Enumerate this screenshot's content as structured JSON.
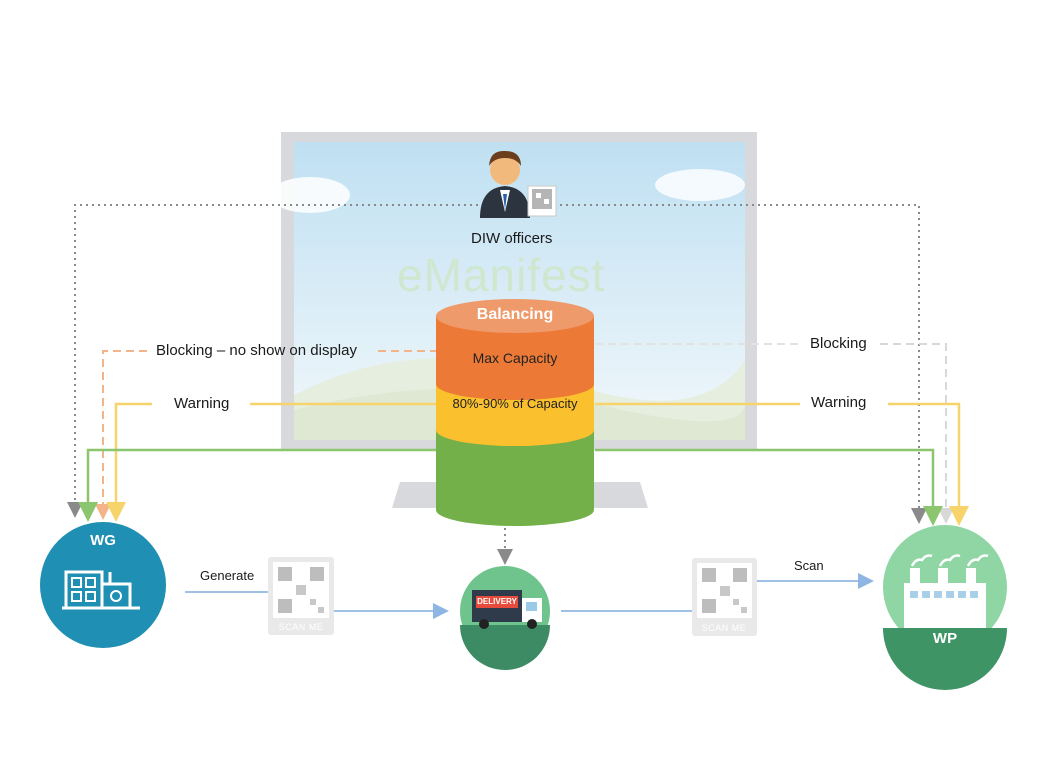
{
  "title_watermark": "eManifest",
  "officer": {
    "label": "DIW officers",
    "icon": "officer-icon"
  },
  "database": {
    "layers": [
      {
        "label": "Balancing",
        "color": "#ef9a6a"
      },
      {
        "label": "Max Capacity",
        "color": "#ec7a36"
      },
      {
        "label": "80%-90% of Capacity",
        "color": "#fbc02d"
      },
      {
        "label": "",
        "color": "#73b04a"
      },
      {
        "label": "",
        "color": "#73b04a"
      }
    ]
  },
  "left": {
    "blocking": "Blocking – no show on display",
    "warning": "Warning"
  },
  "right": {
    "blocking": "Blocking",
    "warning": "Warning"
  },
  "nodes": {
    "wg": {
      "label": "WG",
      "color": "#1f8fb3",
      "icon": "factory-icon"
    },
    "truck": {
      "label": "DELIVERY",
      "color": "#6fc48e",
      "icon": "truck-icon"
    },
    "wp": {
      "label": "WP",
      "color": "#8fd6a4",
      "icon": "plant-icon"
    }
  },
  "qr": {
    "scan_label": "SCAN ME"
  },
  "flows": {
    "generate": "Generate",
    "scan": "Scan"
  },
  "colors": {
    "blocking_left": "#f4b48a",
    "blocking_right": "#e4e4e4",
    "warning": "#f7d36b",
    "green": "#8bc56e",
    "dotted": "#8a8a8a",
    "flow": "#9fc1e6"
  }
}
